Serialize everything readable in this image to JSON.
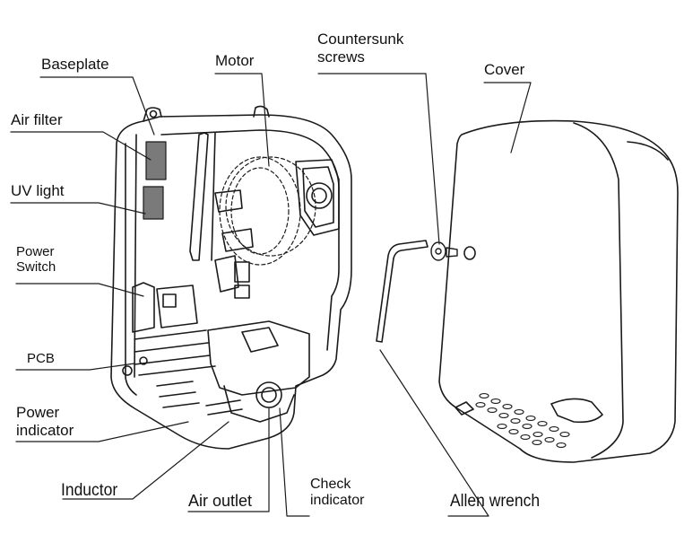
{
  "labels": {
    "baseplate": "Baseplate",
    "air_filter": "Air filter",
    "uv_light": "UV light",
    "power_switch": "Power\nSwitch",
    "pcb": "PCB",
    "power_indicator": "Power\nindicator",
    "inductor": "Inductor",
    "air_outlet": "Air outlet",
    "check_indicator": "Check\nindicator",
    "motor": "Motor",
    "countersunk_screws": "Countersunk\nscrews",
    "cover": "Cover",
    "allen_wrench": "Allen wrench"
  },
  "colors": {
    "line": "#1a1a1a",
    "filter_fill": "#7a7a7a",
    "background": "#ffffff"
  }
}
